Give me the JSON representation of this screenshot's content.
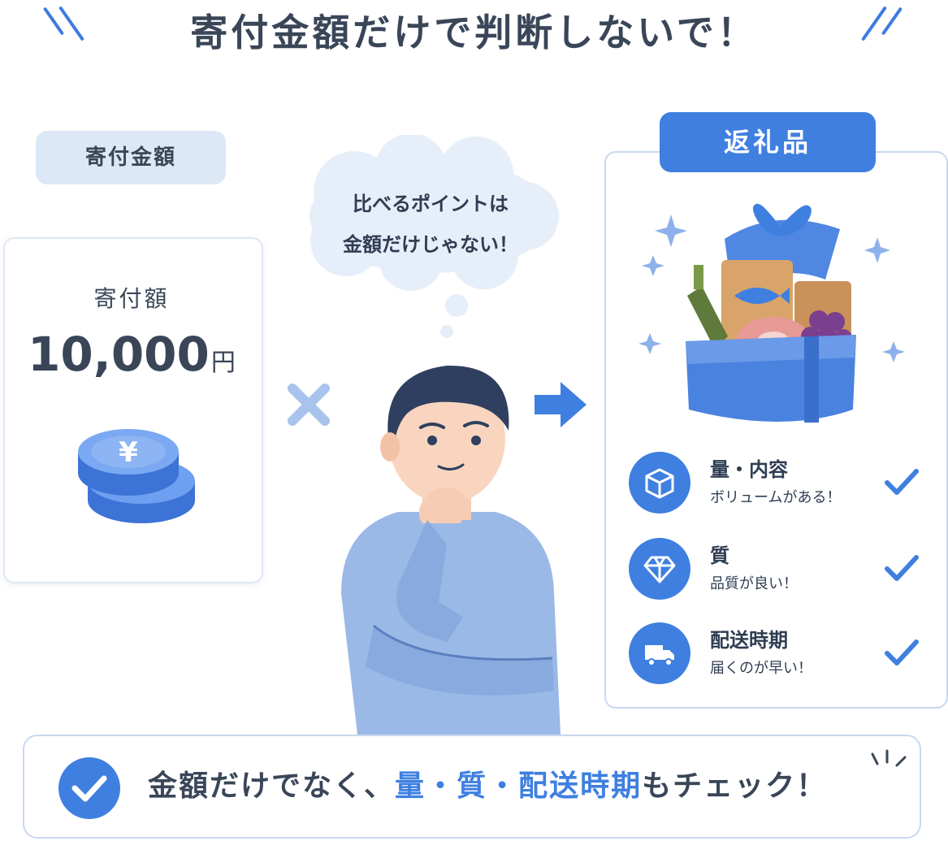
{
  "title": "寄付金額だけで判断しないで！",
  "left_panel": {
    "tag": "寄付金額",
    "amount_label": "寄付額",
    "amount_value": "10,000",
    "amount_unit": "円"
  },
  "thought_bubble": {
    "line1": "比べるポイントは",
    "line2": "金額だけじゃない！"
  },
  "reward_panel": {
    "tag": "返礼品",
    "features": [
      {
        "title": "量・内容",
        "desc": "ボリュームがある！",
        "icon": "box-icon"
      },
      {
        "title": "質",
        "desc": "品質が良い！",
        "icon": "diamond-icon"
      },
      {
        "title": "配送時期",
        "desc": "届くのが早い！",
        "icon": "truck-icon"
      }
    ]
  },
  "banner": {
    "prefix": "金額だけでなく、",
    "hl1": "量",
    "sep1": "・",
    "hl2": "質",
    "sep2": "・",
    "hl3": "配送時期",
    "suffix": "もチェック！"
  },
  "colors": {
    "accent": "#3f7fe0",
    "light_accent": "#dde8f6",
    "text": "#3a4658"
  }
}
